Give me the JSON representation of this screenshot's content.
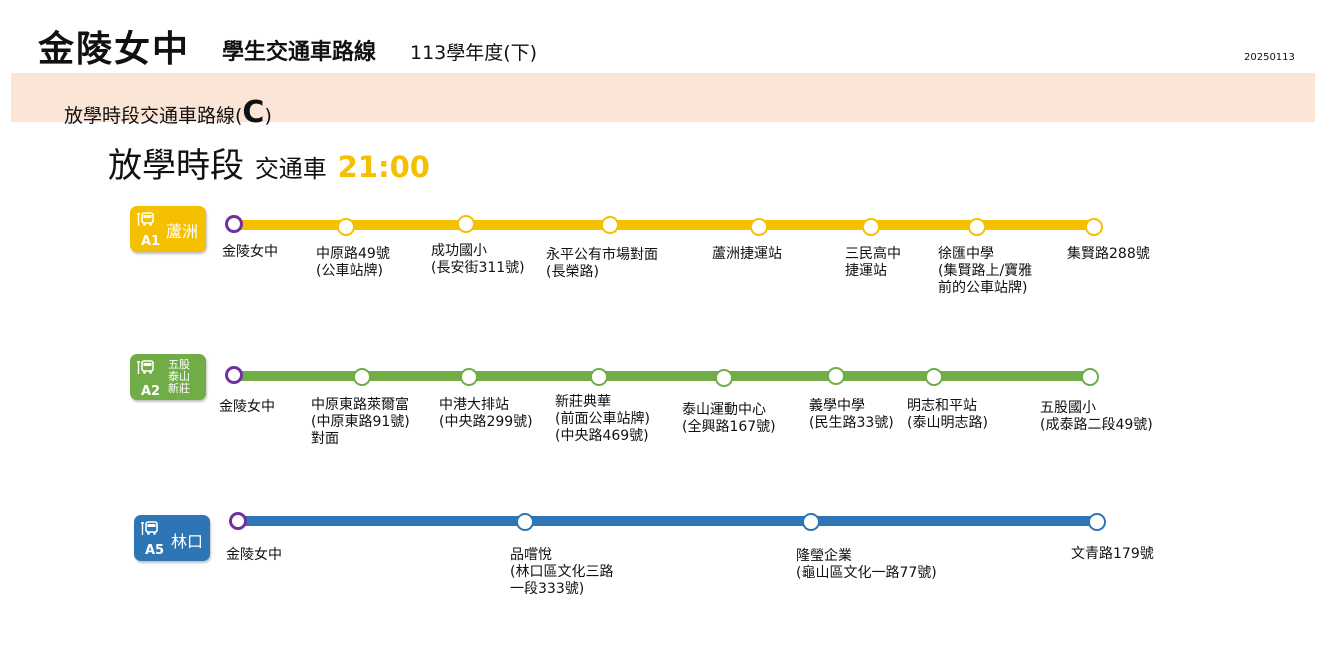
{
  "header": {
    "school": "金陵女中",
    "subtitle": "學生交通車路線",
    "term": "113學年度(下)",
    "date": "20250113"
  },
  "banner": {
    "text": "放學時段交通車路線(",
    "c": "C",
    "close": ")"
  },
  "heading": {
    "main": "放學時段",
    "sub": "交通車",
    "time": "21:00"
  },
  "colors": {
    "yellow": "#f5c000",
    "green": "#70ad47",
    "blue": "#2e75b6",
    "purple": "#7030a0",
    "banner": "#fbe5d6"
  },
  "routes": [
    {
      "code": "A1",
      "area": "蘆洲",
      "color": "#f5c000",
      "icon": "bus-icon",
      "stops": [
        "金陵女中",
        "中原路49號\n(公車站牌)",
        "成功國小\n(長安街311號)",
        "永平公有市場對面\n(長榮路)",
        "蘆洲捷運站",
        "三民高中\n捷運站",
        "徐匯中學\n(集賢路上/寶雅\n前的公車站牌)",
        "集賢路288號"
      ]
    },
    {
      "code": "A2",
      "area": "五股\n泰山\n新莊",
      "color": "#70ad47",
      "icon": "bus-icon",
      "stops": [
        "金陵女中",
        "中原東路萊爾富\n(中原東路91號)\n對面",
        "中港大排站\n(中央路299號)",
        "新莊典華\n(前面公車站牌)\n(中央路469號)",
        "泰山運動中心\n(全興路167號)",
        "義學中學\n(民生路33號)",
        "明志和平站\n(泰山明志路)",
        "五股國小\n(成泰路二段49號)"
      ]
    },
    {
      "code": "A5",
      "area": "林口",
      "color": "#2e75b6",
      "icon": "bus-icon",
      "stops": [
        "金陵女中",
        "品嚐悅\n(林口區文化三路\n一段333號)",
        "隆瑩企業\n(龜山區文化一路77號)",
        "文青路179號"
      ]
    }
  ]
}
